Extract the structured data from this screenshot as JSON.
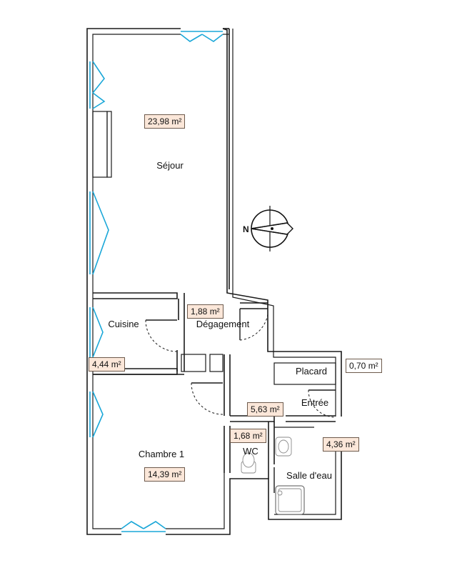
{
  "rooms": {
    "sejour": {
      "name": "Séjour",
      "area": "23,98 m²"
    },
    "cuisine": {
      "name": "Cuisine",
      "area": "4,44 m²"
    },
    "degagement": {
      "name": "Dégagement",
      "area": "1,88 m²"
    },
    "placard": {
      "name": "Placard",
      "area": "0,70 m²"
    },
    "entree": {
      "name": "Entrée",
      "area": "5,63 m²"
    },
    "wc": {
      "name": "WC",
      "area": "1,68 m²"
    },
    "salle_deau": {
      "name": "Salle d'eau",
      "area": "4,36 m²"
    },
    "chambre1": {
      "name": "Chambre 1",
      "area": "14,39 m²"
    }
  },
  "compass": {
    "letter": "N"
  },
  "colors": {
    "wall": "#1a1a1a",
    "window": "#1aa7d8",
    "area_fill": "#fbe7d9"
  }
}
